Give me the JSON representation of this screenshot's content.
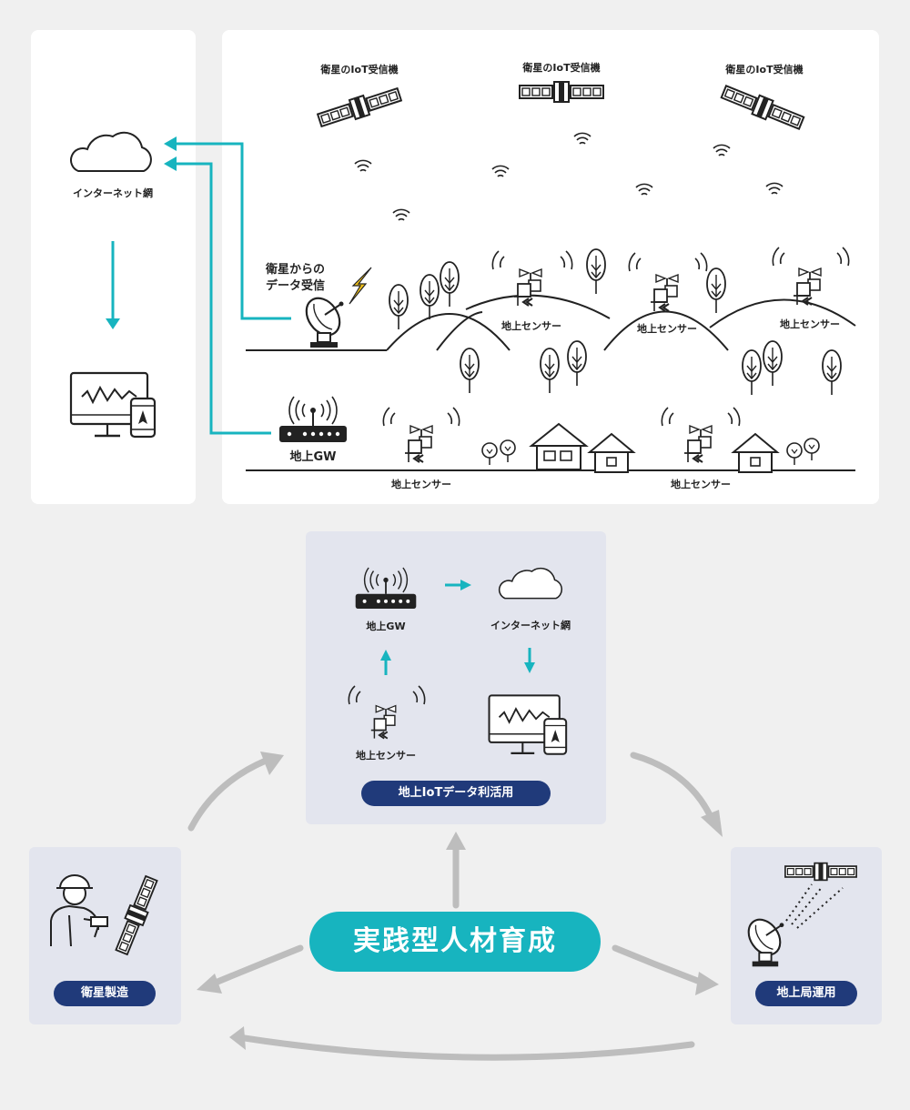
{
  "internet": {
    "label": "インターネット網"
  },
  "satellites": [
    {
      "label": "衛星のIoT受信機"
    },
    {
      "label": "衛星のIoT受信機"
    },
    {
      "label": "衛星のIoT受信機"
    }
  ],
  "ground_station": {
    "label": "衛星からの\nデータ受信"
  },
  "gateway": {
    "label": "地上GW"
  },
  "sensors": [
    {
      "label": "地上センサー"
    },
    {
      "label": "地上センサー"
    },
    {
      "label": "地上センサー"
    },
    {
      "label": "地上センサー"
    },
    {
      "label": "地上センサー"
    }
  ],
  "cycle_box": {
    "gw_label": "地上GW",
    "internet_label": "インターネット網",
    "sensor_label": "地上センサー",
    "title": "地上IoTデータ利活用"
  },
  "manufacturing": {
    "title": "衛星製造"
  },
  "ground_ops": {
    "title": "地上局運用"
  },
  "center": {
    "label": "実践型人材育成"
  },
  "colors": {
    "accent": "#17b4bf",
    "navy": "#203a7a",
    "box": "#e3e5ee",
    "arrow_gray": "#bfbfbf"
  }
}
